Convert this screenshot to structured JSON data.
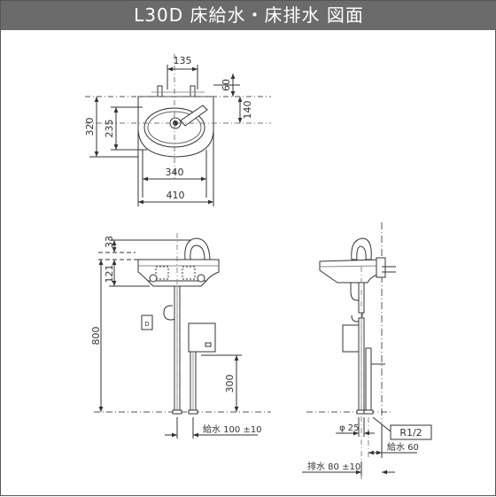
{
  "title": "L30D 床給水・床排水 図面",
  "top_view": {
    "dims": {
      "w135": "135",
      "h60": "60",
      "h140": "140",
      "h320": "320",
      "h235": "235",
      "w340": "340",
      "w410": "410"
    }
  },
  "front_view": {
    "dims": {
      "h33": "33",
      "h121": "121",
      "h800": "800",
      "h300": "300",
      "supply": "給水 100 ±10"
    }
  },
  "side_view": {
    "dims": {
      "pipe_dia": "φ 25",
      "thread": "R1/2",
      "supply": "給水 60",
      "drain": "排水 80 ±10"
    }
  }
}
